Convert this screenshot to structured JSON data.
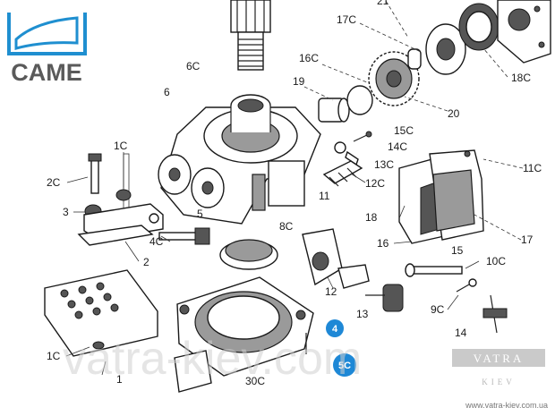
{
  "brand": {
    "name": "CAME",
    "color": "#1f8fd0",
    "text_color": "#5a5a5a"
  },
  "watermark": {
    "text": "vatra-kiev.com",
    "badge": "VATRA",
    "badge_sub": "KIEV",
    "url": "www.vatra-kiev.com.ua"
  },
  "labels": {
    "l21": "21",
    "l17c": "17C",
    "l16c": "16C",
    "l6c": "6C",
    "l19": "19",
    "l6": "6",
    "l18c": "18C",
    "l20": "20",
    "l15c": "15C",
    "l14c": "14C",
    "l13c": "13C",
    "l1c_top": "1C",
    "l2c": "2C",
    "l11c": "11C",
    "l12c": "12C",
    "l11": "11",
    "l3": "3",
    "l5": "5",
    "l8c": "8C",
    "l18": "18",
    "l4c": "4C",
    "l2": "2",
    "l16": "16",
    "l15": "15",
    "l17": "17",
    "l10c": "10C",
    "l12": "12",
    "l13": "13",
    "l9c": "9C",
    "l14": "14",
    "l4": "4",
    "l5c": "5C",
    "l1c_bottom": "1C",
    "l1": "1",
    "l30c": "30C"
  },
  "highlight_color": "#1e88d6"
}
